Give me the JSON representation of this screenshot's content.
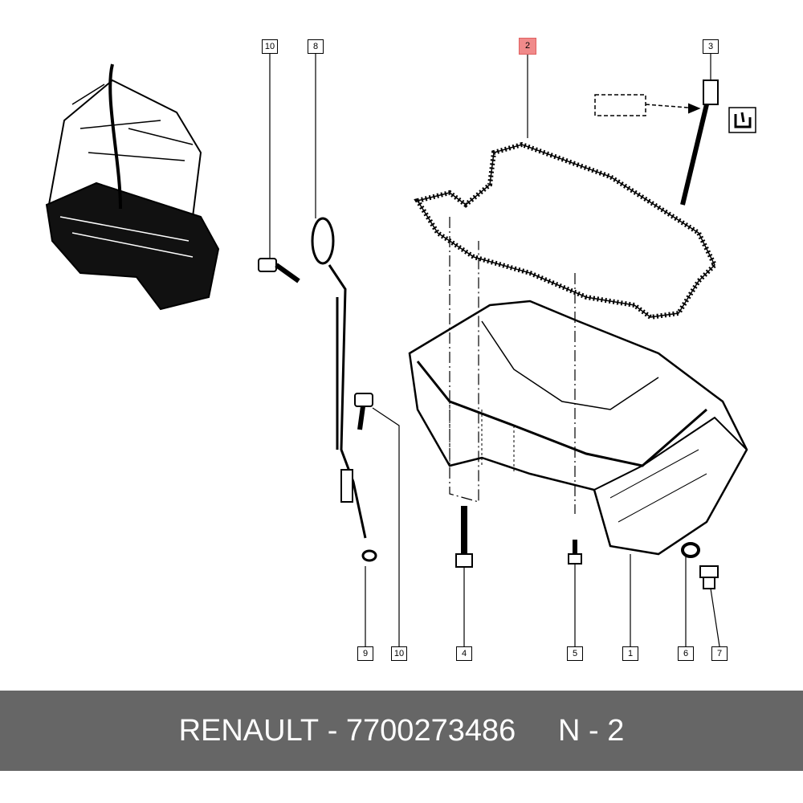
{
  "callouts": {
    "top": [
      {
        "id": "10",
        "highlighted": false
      },
      {
        "id": "8",
        "highlighted": false
      },
      {
        "id": "2",
        "highlighted": true
      },
      {
        "id": "3",
        "highlighted": false
      }
    ],
    "bottom": [
      {
        "id": "9"
      },
      {
        "id": "10"
      },
      {
        "id": "4"
      },
      {
        "id": "5"
      },
      {
        "id": "1"
      },
      {
        "id": "6"
      },
      {
        "id": "7"
      }
    ]
  },
  "highlight_color": "#f08a8a",
  "banner": {
    "brand": "RENAULT",
    "separator": "-",
    "part_number": "7700273486",
    "position_label": "N - 2",
    "background": "#666666"
  }
}
